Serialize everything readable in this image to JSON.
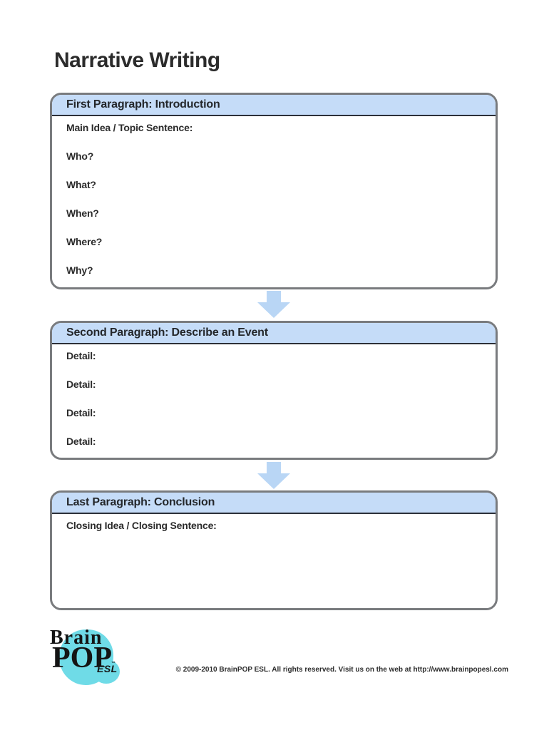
{
  "page": {
    "title": "Narrative Writing"
  },
  "sections": [
    {
      "header": "First Paragraph: Introduction",
      "labels": [
        "Main Idea / Topic Sentence:",
        "Who?",
        "What?",
        "When?",
        "Where?",
        "Why?"
      ]
    },
    {
      "header": "Second Paragraph: Describe an Event",
      "labels": [
        "Detail:",
        "Detail:",
        "Detail:",
        "Detail:"
      ]
    },
    {
      "header": "Last Paragraph: Conclusion",
      "labels": [
        "Closing Idea / Closing Sentence:"
      ]
    }
  ],
  "footer": {
    "logo": {
      "line1": "Brain",
      "line2": "POP",
      "sub": "ESL",
      "tm": "™"
    },
    "copyright": "© 2009-2010 BrainPOP ESL. All rights reserved. Visit us on the web at http://www.brainpopesl.com"
  },
  "colors": {
    "header_bg": "#c5dcf8",
    "header_separator": "#2c3038",
    "box_border": "#797b7e",
    "arrow": "#b9d6f5",
    "text": "#2b2b2b",
    "logo_blob": "#6fdbe7"
  }
}
